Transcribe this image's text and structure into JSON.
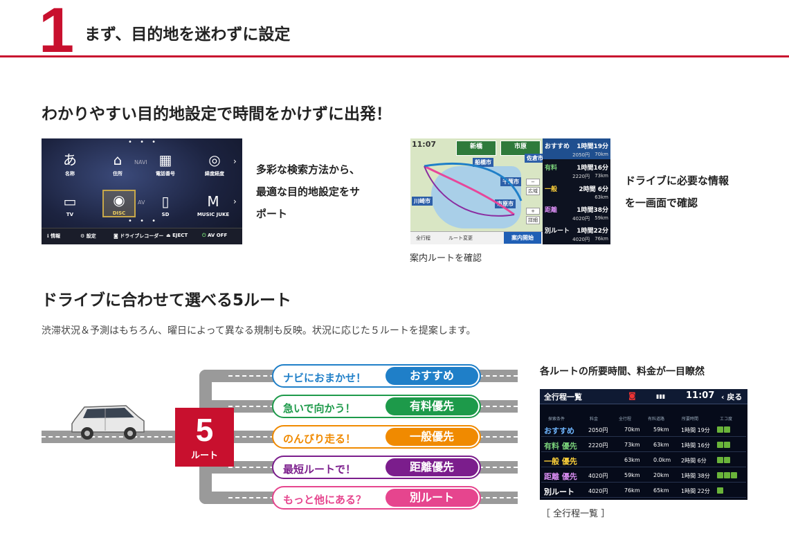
{
  "header": {
    "number": "1",
    "title": "まず、目的地を迷わずに設定"
  },
  "section1": {
    "heading": "わかりやすい目的地設定で時間をかけずに出発！",
    "navi_screen": {
      "top_icons": [
        {
          "glyph": "あ",
          "label": "名称"
        },
        {
          "glyph": "⌂",
          "label": "住所"
        },
        {
          "glyph": "▦",
          "label": "電話番号"
        },
        {
          "glyph": "◎",
          "label": "緯度経度"
        }
      ],
      "navi_tag": "NAVI",
      "av_tag": "AV",
      "bottom_icons": [
        {
          "glyph": "▭",
          "label": "TV"
        },
        {
          "glyph": "◉",
          "label": "DISC"
        },
        {
          "glyph": "▯",
          "label": "SD"
        },
        {
          "glyph": "M",
          "label": "MUSIC JUKE"
        }
      ],
      "bar_items": [
        "情報",
        "設定",
        "ドライブレコーダー",
        "EJECT",
        "AV OFF"
      ]
    },
    "desc_left": [
      "多彩な検索方法から、",
      "最適な目的地設定をサ",
      "ポート"
    ],
    "map_screen": {
      "clock": "11:07",
      "signs": [
        "新橋",
        "市原"
      ],
      "cities": [
        "船橋市",
        "千葉市",
        "川崎市",
        "市原市",
        "佐倉市"
      ],
      "routes": [
        {
          "name": "おすすめ",
          "time": "1時間19分",
          "fee": "2050円",
          "dist": "70km"
        },
        {
          "name": "有料",
          "time": "1時間16分",
          "fee": "2220円",
          "dist": "73km"
        },
        {
          "name": "一般",
          "time": "2時間 6分",
          "fee": "",
          "dist": "63km"
        },
        {
          "name": "距離",
          "time": "1時間38分",
          "fee": "4020円",
          "dist": "59km"
        },
        {
          "name": "別ルート",
          "time": "1時間22分",
          "fee": "4020円",
          "dist": "76km"
        }
      ],
      "zoom_buttons": [
        "−",
        "広域",
        "+",
        "詳細"
      ],
      "bottom_items": [
        "全行程",
        "ルート変更"
      ],
      "start_button": "案内開始"
    },
    "map_caption": "案内ルートを確認",
    "desc_right": [
      "ドライブに必要な情報",
      "を一画面で確認"
    ]
  },
  "section2": {
    "heading": "ドライブに合わせて選べる5ルート",
    "body": "渋滞状況＆予測はもちろん、曜日によって異なる規制も反映。状況に応じた５ルートを提案します。",
    "badge": {
      "number": "5",
      "label": "ルート"
    },
    "routes": [
      {
        "left": "ナビにおまかせ！",
        "right": "おすすめ",
        "color": "#1f7fc8"
      },
      {
        "left": "急いで向かう！",
        "right": "有料優先",
        "color": "#1d9a4a"
      },
      {
        "left": "のんびり走る！",
        "right": "一般優先",
        "color": "#f08a00"
      },
      {
        "left": "最短ルートで！",
        "right": "距離優先",
        "color": "#7b1d8c"
      },
      {
        "left": "もっと他にある？",
        "right": "別ルート",
        "color": "#e6458e"
      }
    ],
    "overview_heading": "各ルートの所要時間、料金が一目瞭然",
    "overview_screen": {
      "title": "全行程一覧",
      "clock": "11:07",
      "back": "戻る",
      "columns": [
        "探索条件",
        "料金",
        "全行程",
        "有料道路",
        "所要時間",
        "エコ度"
      ],
      "rows": [
        {
          "name": "おすすめ",
          "name_color": "#6fb6ff",
          "fee": "2050円",
          "total": "70km",
          "toll": "59km",
          "time": "1時間 19分",
          "eco": 2
        },
        {
          "name": "有料 優先",
          "name_color": "#7ad17a",
          "fee": "2220円",
          "total": "73km",
          "toll": "63km",
          "time": "1時間 16分",
          "eco": 2
        },
        {
          "name": "一般 優先",
          "name_color": "#ffd23a",
          "fee": "",
          "total": "63km",
          "toll": "0.0km",
          "time": "2時間 6分",
          "eco": 2
        },
        {
          "name": "距離 優先",
          "name_color": "#d78cf0",
          "fee": "4020円",
          "total": "59km",
          "toll": "20km",
          "time": "1時間 38分",
          "eco": 3
        },
        {
          "name": "別ルート",
          "name_color": "#ffffff",
          "fee": "4020円",
          "total": "76km",
          "toll": "65km",
          "time": "1時間 22分",
          "eco": 1
        }
      ]
    },
    "overview_caption": "［ 全行程一覧 ］"
  }
}
